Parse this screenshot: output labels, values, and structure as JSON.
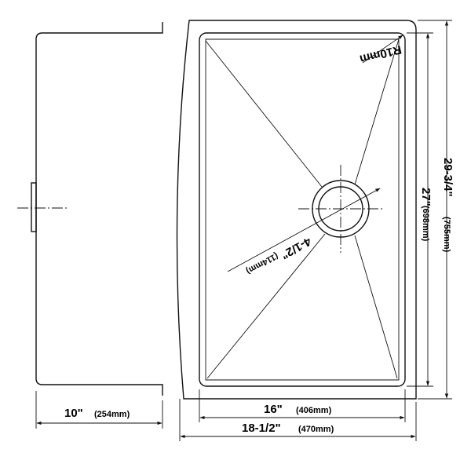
{
  "dimensions": {
    "side_depth": "10\"",
    "side_depth_mm": "(254mm)",
    "inner_width": "16\"",
    "inner_width_mm": "(406mm)",
    "outer_width": "18-1/2\"",
    "outer_width_mm": "(470mm)",
    "inner_length": "27\"",
    "inner_length_mm": "(698mm)",
    "outer_length": "29-3/4\"",
    "outer_length_mm": "(755mm)",
    "drain_diameter": "4-1/2\"",
    "drain_diameter_mm": "(114mm)",
    "corner_radius": "R10mm"
  }
}
